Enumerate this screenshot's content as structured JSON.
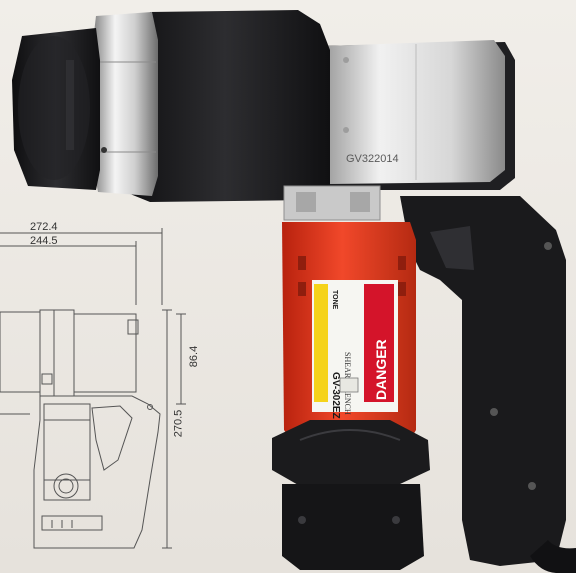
{
  "photo": {
    "serial_text": "GV322014",
    "label": {
      "brand": "TONE",
      "model": "GV-302EZ",
      "product_name": "SHEAR WRENCH",
      "warning": "DANGER"
    }
  },
  "drawing": {
    "dimensions": {
      "overall_width": "272.4",
      "body_width": "244.5",
      "head_height": "86.4",
      "overall_height": "270.5"
    }
  },
  "colors": {
    "body_red": "#e5381e",
    "grip_black": "#1b1b1d",
    "housing_silver": "#d9d9d9",
    "ring_silver": "#c8c8c8",
    "label_yellow": "#f5d31a",
    "danger_red": "#d4142a"
  }
}
